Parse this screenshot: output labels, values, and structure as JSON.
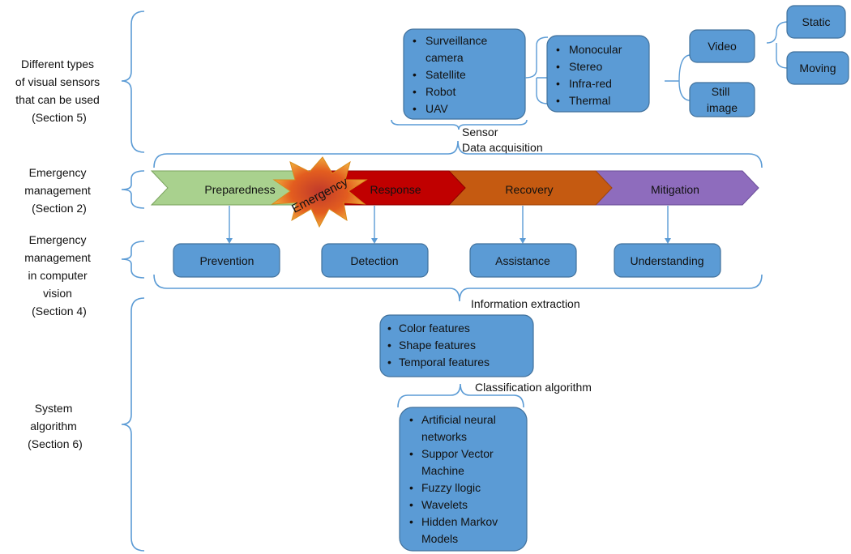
{
  "left_labels": {
    "sensors": [
      "Different types",
      "of visual sensors",
      "that can be used",
      "(Section 5)"
    ],
    "emergency_mgmt": [
      "Emergency",
      "management",
      "(Section 2)"
    ],
    "emergency_cv": [
      "Emergency",
      "management",
      "in computer",
      "vision",
      "(Section 4)"
    ],
    "system_algorithm": [
      "System",
      "algorithm",
      "(Section 6)"
    ]
  },
  "sensor_platforms": [
    "Surveillance",
    "camera",
    "Satellite",
    "Robot",
    "UAV"
  ],
  "sensor_types": [
    "Monocular",
    "Stereo",
    "Infra-red",
    "Thermal"
  ],
  "capture_modes": {
    "video": "Video",
    "still": [
      "Still",
      "image"
    ]
  },
  "video_modes": {
    "static": "Static",
    "moving": "Moving"
  },
  "captions": {
    "sensor": "Sensor",
    "data_acquisition": "Data acquisition",
    "information_extraction": "Information extraction",
    "classification": "Classification algorithm"
  },
  "phases": [
    "Preparedness",
    "Response",
    "Recovery",
    "Mitigation"
  ],
  "emergency_burst": "Emergency",
  "cv_tasks": [
    "Prevention",
    "Detection",
    "Assistance",
    "Understanding"
  ],
  "features": [
    "Color features",
    "Shape features",
    "Temporal features"
  ],
  "algorithms": [
    "Artificial neural",
    "networks",
    "Suppor Vector",
    "Machine",
    "Fuzzy llogic",
    "Wavelets",
    "Hidden Markov",
    "Models"
  ],
  "colors": {
    "box_fill": "#5b9bd5",
    "box_stroke": "#41719c",
    "preparedness": "#a9d18e",
    "response": "#c00000",
    "recovery": "#c55a11",
    "mitigation": "#8e6cbd",
    "burst_outer": "#f4b942",
    "burst_inner": "#c0392b"
  }
}
